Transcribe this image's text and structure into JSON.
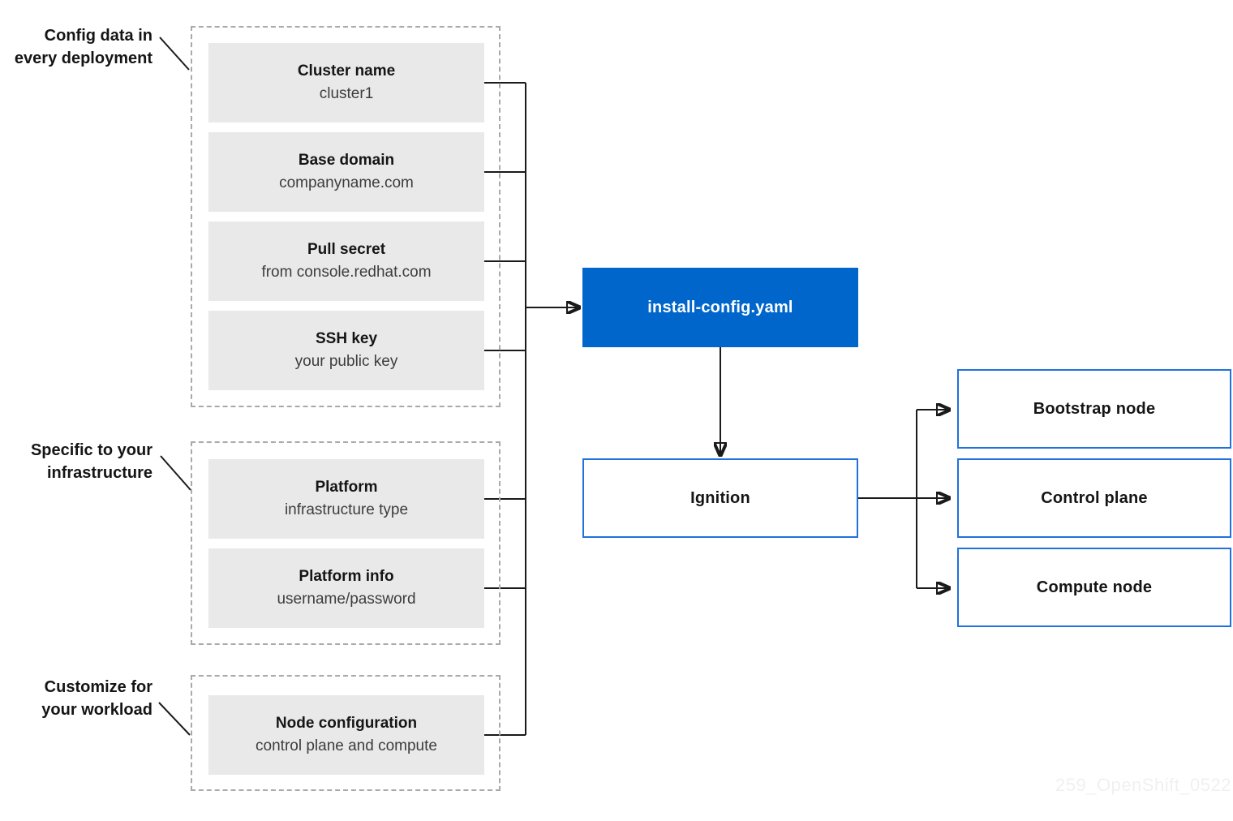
{
  "diagram": {
    "watermark": "259_OpenShift_0522",
    "colors": {
      "accent_blue": "#0066cc",
      "node_border_blue": "#2171dd",
      "item_gray": "#e9e9e9",
      "dashed_border_gray": "#a9a9a9",
      "line_black": "#1a1a1a",
      "title_text": "#151515",
      "subtitle_text": "#3d3d3d",
      "watermark_gray": "#eff1f1"
    },
    "annotations": [
      {
        "line1": "Config data in",
        "line2": "every deployment"
      },
      {
        "line1": "Specific to your",
        "line2": "infrastructure"
      },
      {
        "line1": "Customize for",
        "line2": "your workload"
      }
    ],
    "groups": [
      {
        "name": "config-data-in-every-deployment",
        "items": [
          {
            "title": "Cluster name",
            "subtitle": "cluster1"
          },
          {
            "title": "Base domain",
            "subtitle": "companyname.com"
          },
          {
            "title": "Pull secret",
            "subtitle": "from console.redhat.com"
          },
          {
            "title": "SSH key",
            "subtitle": "your public key"
          }
        ]
      },
      {
        "name": "specific-to-your-infrastructure",
        "items": [
          {
            "title": "Platform",
            "subtitle": "infrastructure type"
          },
          {
            "title": "Platform info",
            "subtitle": "username/password"
          }
        ]
      },
      {
        "name": "customize-for-your-workload",
        "items": [
          {
            "title": "Node configuration",
            "subtitle": "control plane and compute"
          }
        ]
      }
    ],
    "install_config_label": "install-config.yaml",
    "ignition_label": "Ignition",
    "nodes": [
      "Bootstrap node",
      "Control plane",
      "Compute node"
    ]
  }
}
